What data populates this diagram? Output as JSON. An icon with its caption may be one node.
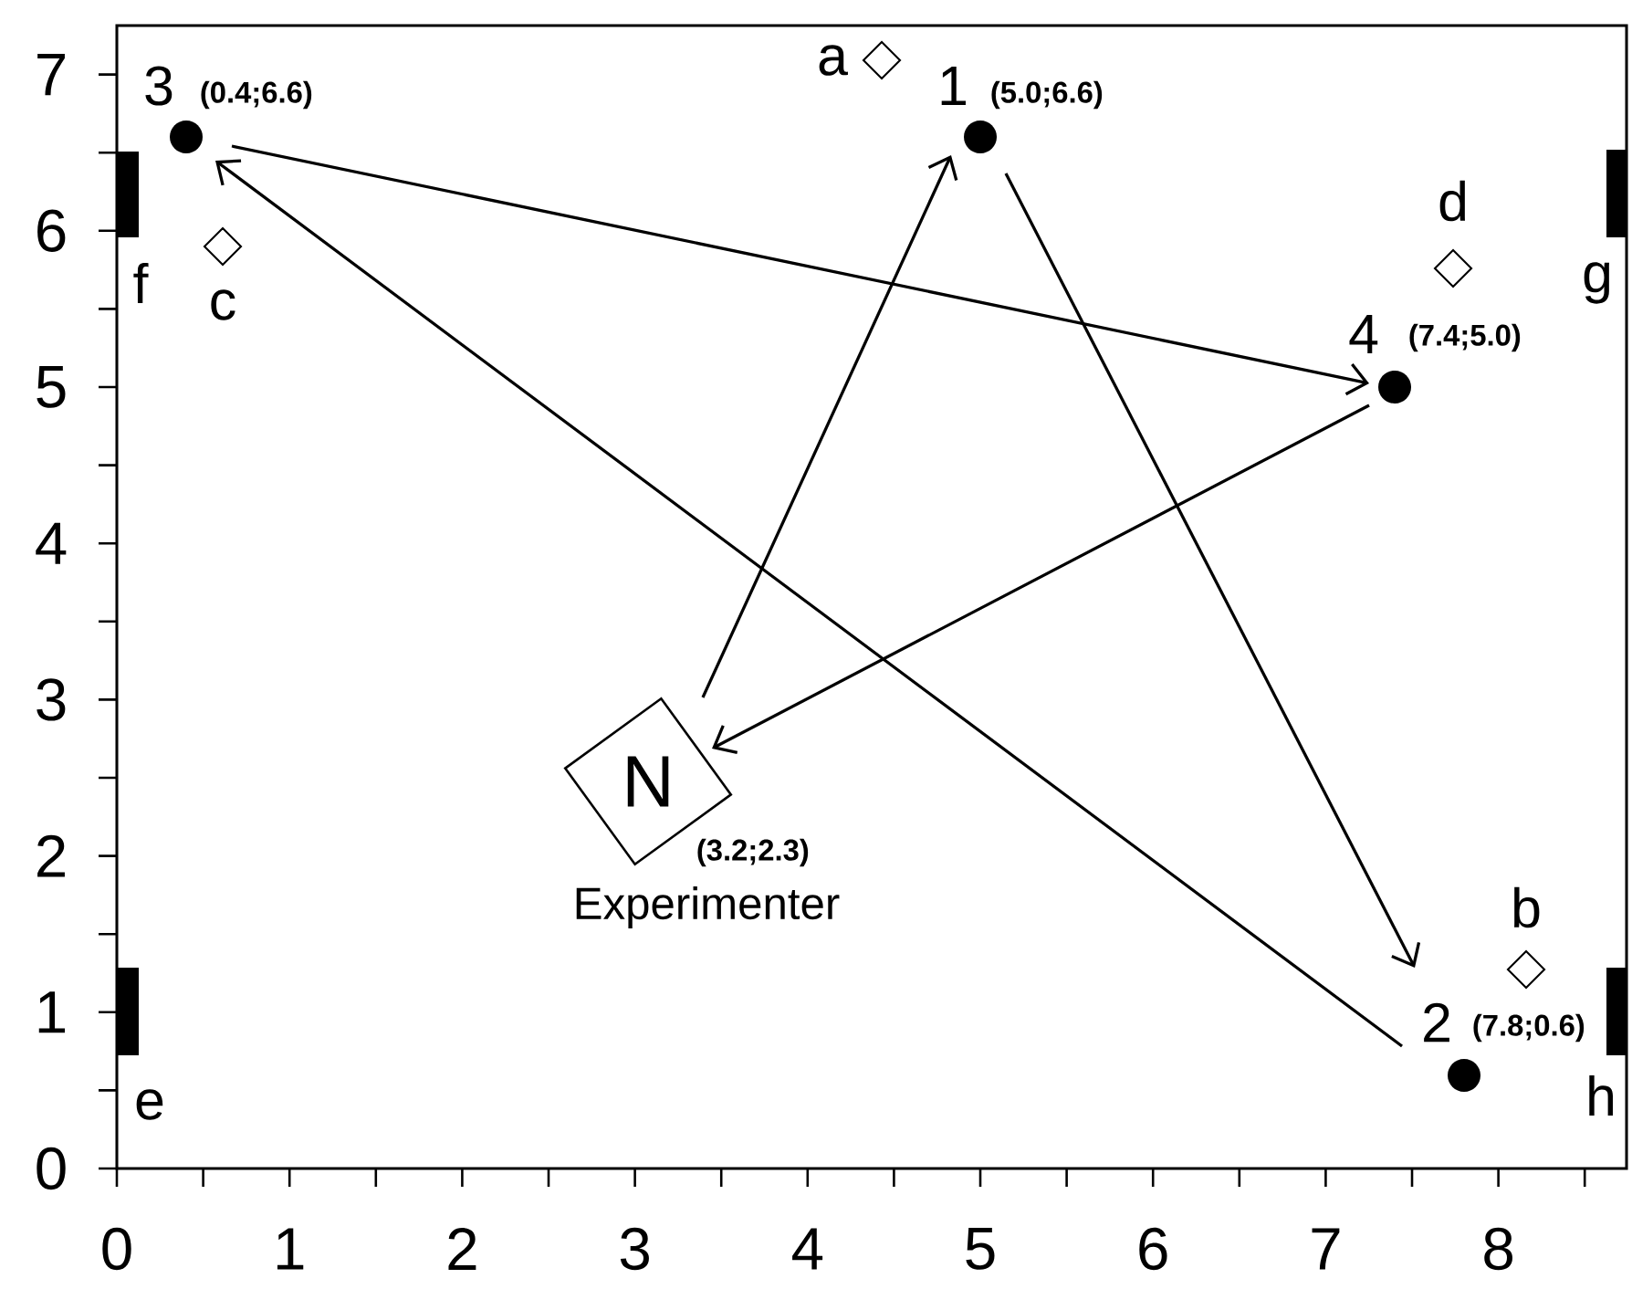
{
  "diagram": {
    "nodes": [
      {
        "text": [],
        "shape": "circle",
        "beside": [
          "3",
          "(0.4;6.6)"
        ]
      },
      {
        "text": [],
        "shape": "circle",
        "beside": [
          "1",
          "(5.0;6.6)"
        ]
      },
      {
        "text": [],
        "shape": "circle",
        "beside": [
          "4",
          "(7.4;5.0)"
        ]
      },
      {
        "text": [
          "N"
        ],
        "beside": [
          "(3.2;2.3)",
          "Experimenter"
        ]
      },
      {
        "text": [],
        "shape": "circle",
        "beside": [
          "2",
          "(7.8;0.6)"
        ]
      }
    ],
    "edges": [
      {
        "from": 3,
        "to": 1,
        "arrow": "to"
      },
      {
        "from": 1,
        "to": 4,
        "arrow": "to"
      },
      {
        "from": 4,
        "to": 0,
        "arrow": "to"
      },
      {
        "from": 0,
        "to": 2,
        "arrow": "to"
      },
      {
        "from": 2,
        "to": 3,
        "arrow": "to"
      }
    ],
    "labels": [
      "a",
      "b",
      "c",
      "d",
      "e",
      "f",
      "g",
      "h",
      "7",
      "6",
      "5",
      "4",
      "3",
      "2",
      "1",
      "0",
      "0",
      "1",
      "2",
      "3",
      "4",
      "5",
      "6",
      "7",
      "8"
    ]
  }
}
